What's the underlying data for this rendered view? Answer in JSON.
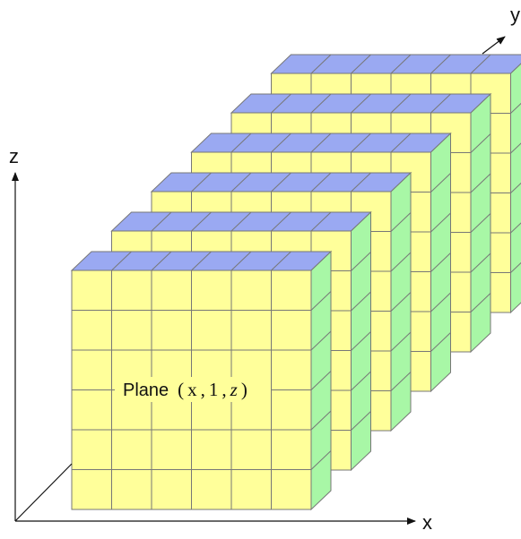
{
  "axes": {
    "x_label": "x",
    "y_label": "y",
    "z_label": "z"
  },
  "plane_label": {
    "word": "Plane",
    "open": "(",
    "x": "x",
    "sep1": ",",
    "index": "1",
    "sep2": ",",
    "z": "z",
    "close": ")"
  },
  "grid": {
    "planes": 6,
    "rows": 6,
    "cols": 6
  },
  "colors": {
    "front_face": "#ffff9a",
    "top_face": "#9aa9f2",
    "side_face": "#a8f7a6",
    "grid_line": "#777777",
    "axis": "#111111",
    "label_background": "#ffff9a"
  }
}
